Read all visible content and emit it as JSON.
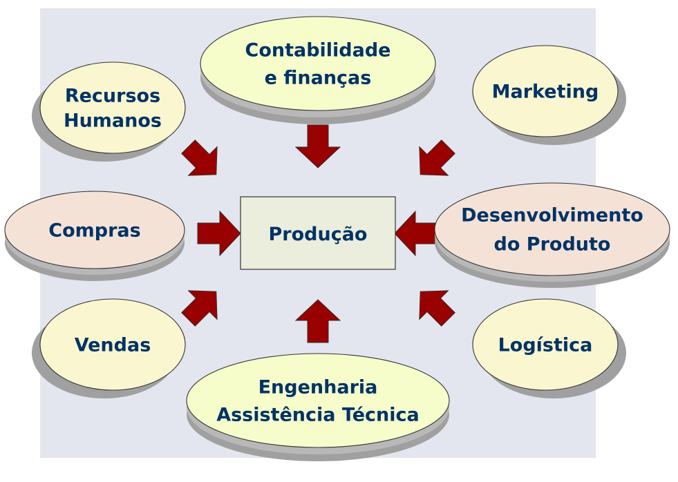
{
  "diagram": {
    "center": {
      "label": "Produção"
    },
    "colors": {
      "text": "#003366",
      "arrow": "#990000",
      "panel": "#e3e6ee",
      "center_fill": "#ebeedd",
      "shadow": "#a0a0a0",
      "cream": "#faf6d0",
      "lime": "#f6fdcb",
      "peach": "#f5e2d6"
    },
    "nodes": [
      {
        "id": "recursos-humanos",
        "lines": [
          "Recursos",
          "Humanos"
        ],
        "fill": "cream"
      },
      {
        "id": "contabilidade-financas",
        "lines": [
          "Contabilidade",
          "e finanças"
        ],
        "fill": "lime"
      },
      {
        "id": "marketing",
        "lines": [
          "Marketing"
        ],
        "fill": "cream"
      },
      {
        "id": "compras",
        "lines": [
          "Compras"
        ],
        "fill": "peach"
      },
      {
        "id": "desenvolvimento-produto",
        "lines": [
          "Desenvolvimento",
          "do Produto"
        ],
        "fill": "peach"
      },
      {
        "id": "vendas",
        "lines": [
          "Vendas"
        ],
        "fill": "cream"
      },
      {
        "id": "engenharia-assistencia",
        "lines": [
          "Engenharia",
          "Assistência Técnica"
        ],
        "fill": "lime"
      },
      {
        "id": "logistica",
        "lines": [
          "Logística"
        ],
        "fill": "cream"
      }
    ],
    "arrows": [
      {
        "from": "recursos-humanos",
        "to": "center",
        "direction": "down-right"
      },
      {
        "from": "contabilidade-financas",
        "to": "center",
        "direction": "down"
      },
      {
        "from": "marketing",
        "to": "center",
        "direction": "down-left"
      },
      {
        "from": "compras",
        "to": "center",
        "direction": "right"
      },
      {
        "from": "desenvolvimento-produto",
        "to": "center",
        "direction": "left"
      },
      {
        "from": "vendas",
        "to": "center",
        "direction": "up-right"
      },
      {
        "from": "engenharia-assistencia",
        "to": "center",
        "direction": "up"
      },
      {
        "from": "logistica",
        "to": "center",
        "direction": "up-left"
      }
    ]
  }
}
